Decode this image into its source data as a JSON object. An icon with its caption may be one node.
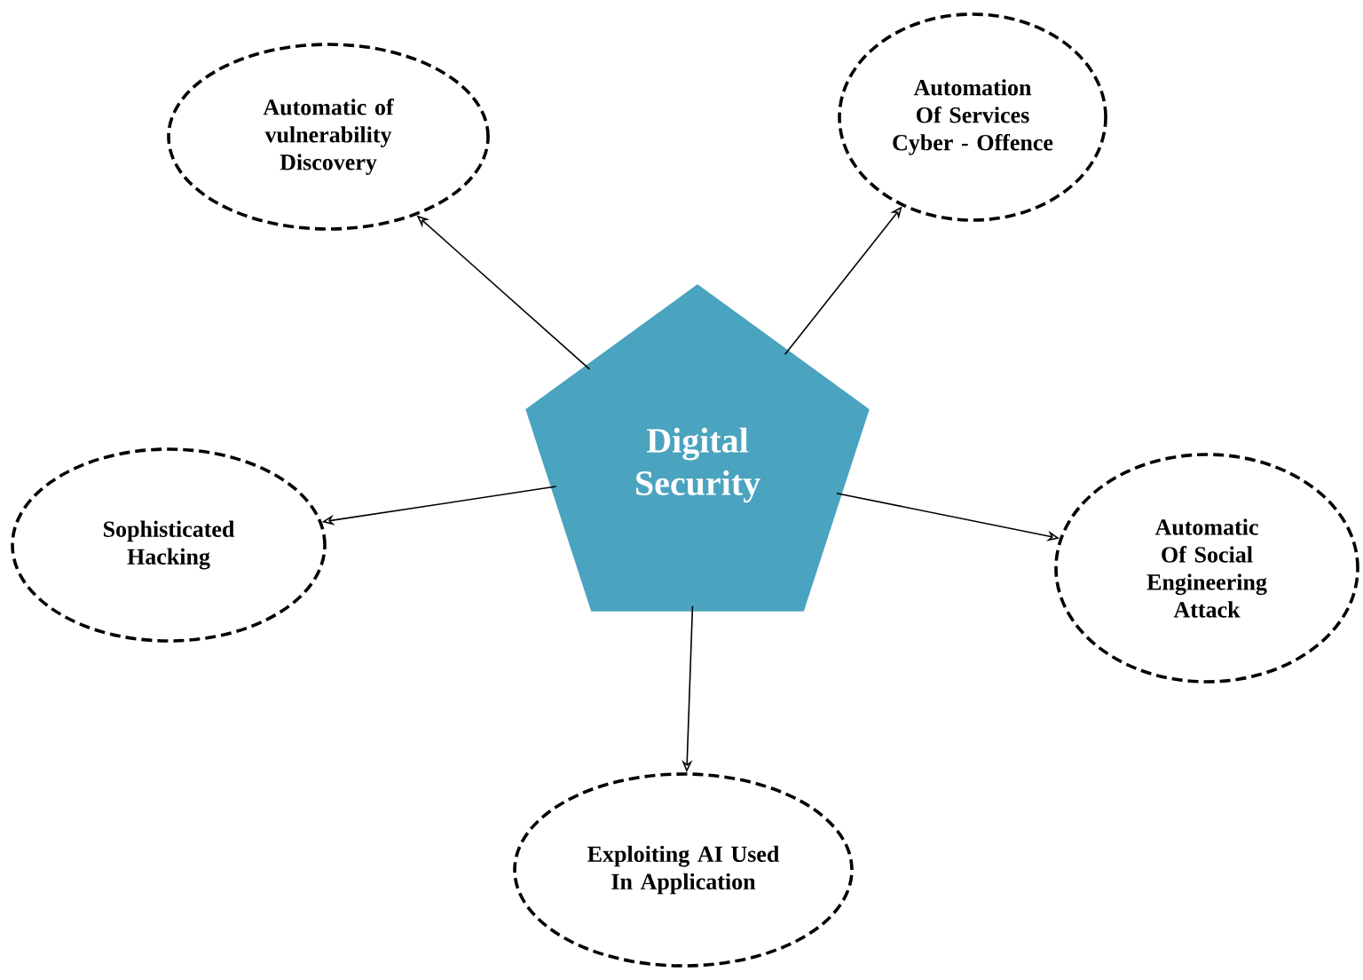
{
  "diagram": {
    "nodes": [
      {
        "text": [
          "Digital Security"
        ]
      },
      {
        "text": [
          "Automatic of vulnerability Discovery"
        ]
      },
      {
        "text": [
          "Automation Of Services Cyber - Offence"
        ]
      },
      {
        "text": [
          "Sophisticated Hacking"
        ]
      },
      {
        "text": [
          "Automatic Of Social Engineering Attack"
        ]
      },
      {
        "text": [
          "Exploiting AI Used In Application"
        ]
      }
    ],
    "edges": [
      {
        "from": 0,
        "to": 1,
        "arrow": "to"
      },
      {
        "from": 0,
        "to": 2,
        "arrow": "to"
      },
      {
        "from": 0,
        "to": 3,
        "arrow": "to"
      },
      {
        "from": 0,
        "to": 4,
        "arrow": "to"
      },
      {
        "from": 0,
        "to": 5,
        "arrow": "to"
      }
    ]
  }
}
